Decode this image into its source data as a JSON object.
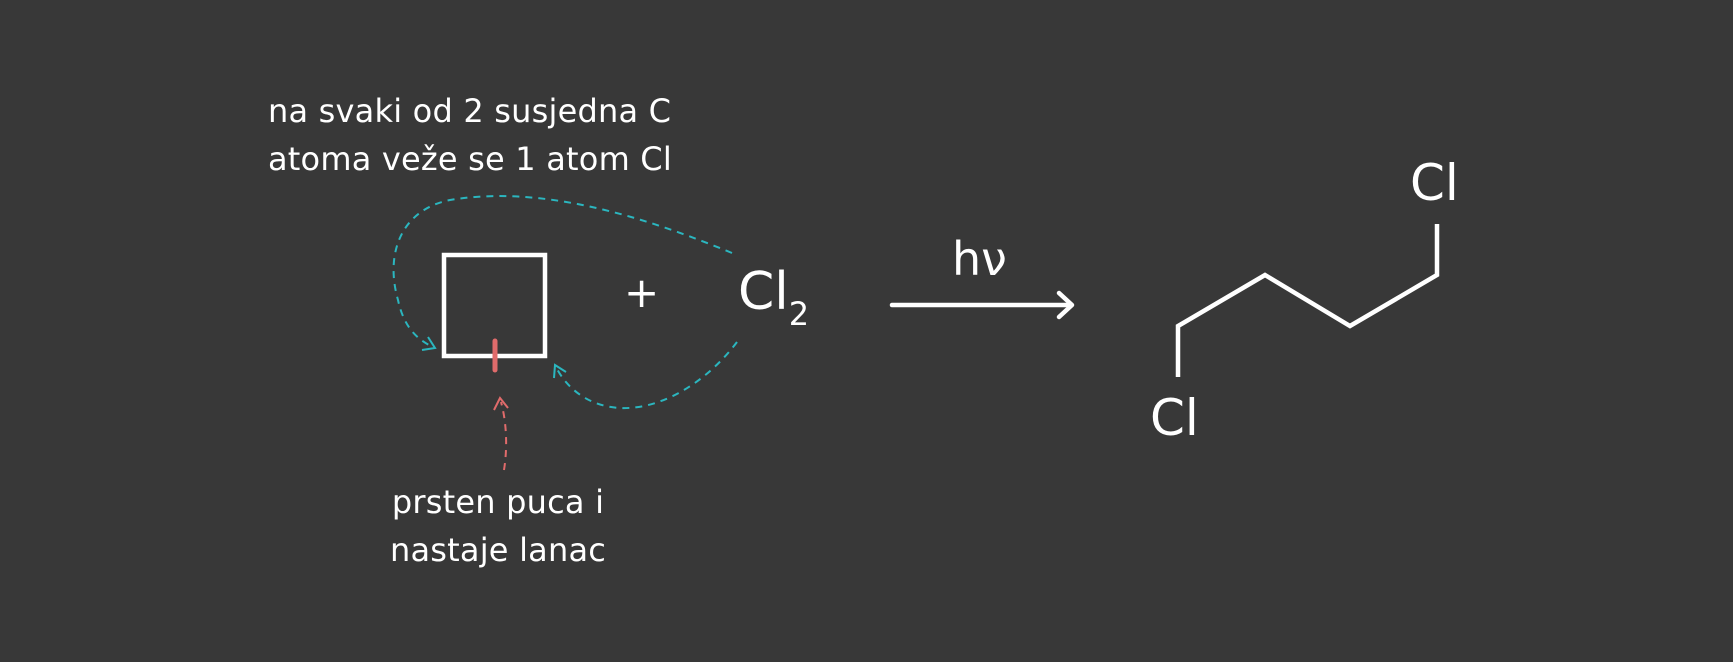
{
  "annotations": {
    "top_line1": "na svaki od 2 susjedna C",
    "top_line2": "atoma veže se 1 atom Cl",
    "bottom_line1": "prsten puca i",
    "bottom_line2": "nastaje lanac"
  },
  "reaction": {
    "plus": "+",
    "reagent_symbol": "Cl",
    "reagent_subscript": "2",
    "condition": "hν"
  },
  "product": {
    "atom_top": "Cl",
    "atom_bottom": "Cl"
  },
  "colors": {
    "background": "#383838",
    "foreground": "#ffffff",
    "arrow_teal": "#2bb6bf",
    "arrow_red": "#e06b6b"
  }
}
